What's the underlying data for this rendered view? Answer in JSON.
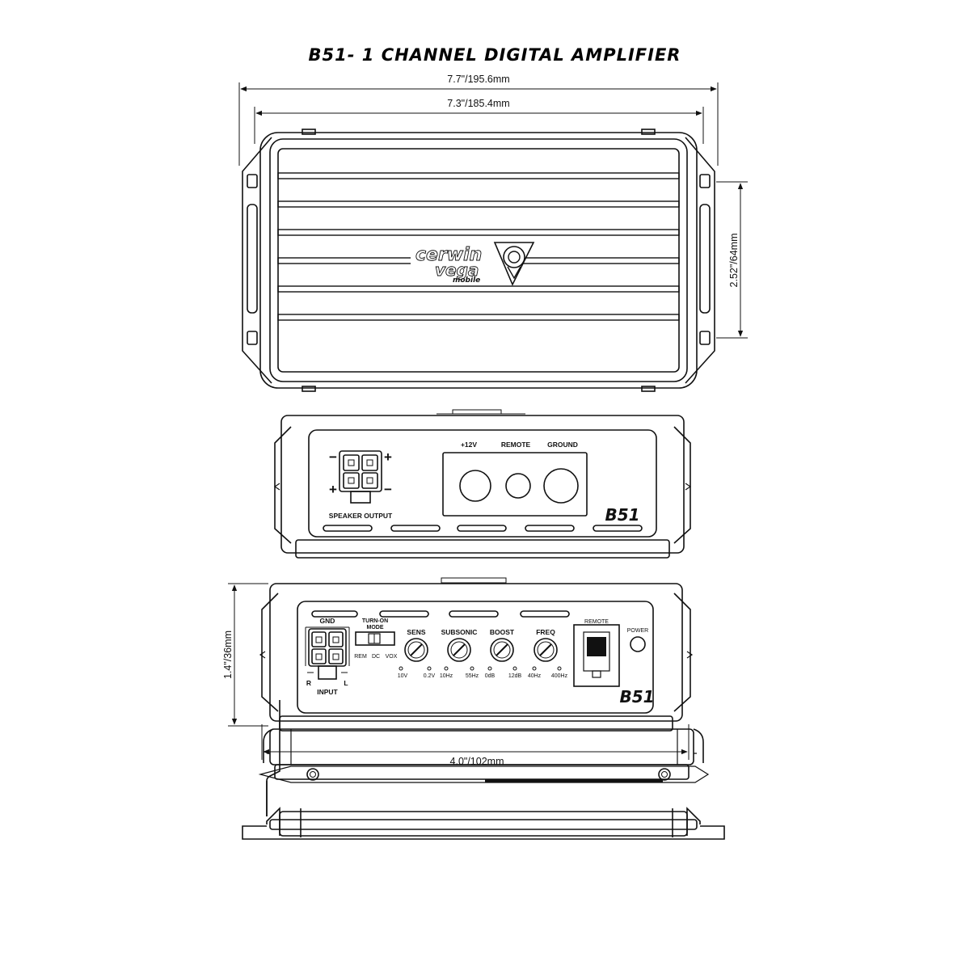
{
  "title": "B51- 1 CHANNEL DIGITAL AMPLIFIER",
  "dimensions": {
    "overall_width": "7.7\"/195.6mm",
    "body_width": "7.3\"/185.4mm",
    "mount_spacing": "2.52\"/64mm",
    "height": "1.4\"/36mm",
    "depth": "4.0\"/102mm"
  },
  "logo": {
    "line1": "cerwin",
    "line2": "vega",
    "line3": "mobile"
  },
  "power_panel": {
    "speaker_output_label": "SPEAKER OUTPUT",
    "terminal_labels": [
      "+12V",
      "REMOTE",
      "GROUND"
    ],
    "polarity": {
      "top_left": "−",
      "top_right": "+",
      "bottom_left": "+",
      "bottom_right": "−"
    },
    "model": "B51"
  },
  "control_panel": {
    "gnd_label": "GND",
    "input_label": "INPUT",
    "input_r": "R",
    "input_l": "L",
    "turn_on_mode": {
      "line1": "TURN-ON",
      "line2": "MODE",
      "options": [
        "REM",
        "DC",
        "VOX"
      ]
    },
    "knobs": [
      {
        "label": "SENS",
        "min": "10V",
        "max": "0.2V"
      },
      {
        "label": "SUBSONIC",
        "min": "10Hz",
        "max": "55Hz"
      },
      {
        "label": "BOOST",
        "min": "0dB",
        "max": "12dB"
      },
      {
        "label": "FREQ",
        "min": "40Hz",
        "max": "400Hz"
      }
    ],
    "remote_label": "REMOTE",
    "power_label": "POWER",
    "model": "B51"
  }
}
